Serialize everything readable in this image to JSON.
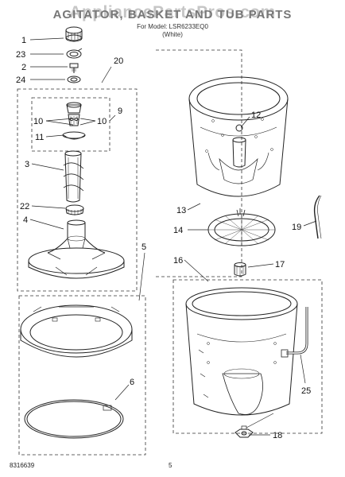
{
  "header": {
    "watermark": "AppliancePartsPros.com",
    "title": "AGITATOR, BASKET AND TUB PARTS",
    "subtitle": "For Model: LSR6233EQ0",
    "variant": "(White)"
  },
  "footer": {
    "doc_number": "8316639",
    "page_number": "5"
  },
  "callouts": [
    {
      "id": "1",
      "label": "1"
    },
    {
      "id": "23",
      "label": "23"
    },
    {
      "id": "2",
      "label": "2"
    },
    {
      "id": "24",
      "label": "24"
    },
    {
      "id": "20",
      "label": "20"
    },
    {
      "id": "9",
      "label": "9"
    },
    {
      "id": "10a",
      "label": "10"
    },
    {
      "id": "10b",
      "label": "10"
    },
    {
      "id": "11",
      "label": "11"
    },
    {
      "id": "3",
      "label": "3"
    },
    {
      "id": "22",
      "label": "22"
    },
    {
      "id": "4",
      "label": "4"
    },
    {
      "id": "5",
      "label": "5"
    },
    {
      "id": "6",
      "label": "6"
    },
    {
      "id": "12",
      "label": "12"
    },
    {
      "id": "13",
      "label": "13"
    },
    {
      "id": "14",
      "label": "14"
    },
    {
      "id": "19",
      "label": "19"
    },
    {
      "id": "16",
      "label": "16"
    },
    {
      "id": "17",
      "label": "17"
    },
    {
      "id": "25",
      "label": "25"
    },
    {
      "id": "18",
      "label": "18"
    }
  ]
}
